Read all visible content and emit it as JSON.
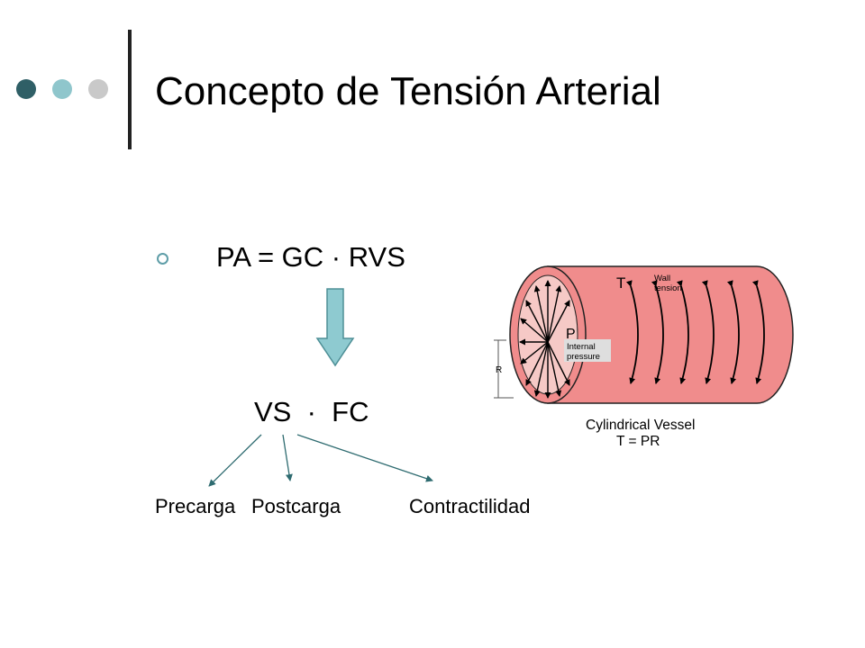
{
  "slide": {
    "title": "Concepto de Tensión Arterial",
    "formula": "PA = GC · RVS",
    "derived": "VS  ·  FC",
    "components": [
      "Precarga",
      "Postcarga",
      "Contractilidad"
    ]
  },
  "figure": {
    "label_T": "T",
    "label_P": "P",
    "label_R": "R",
    "wall_tension": [
      "Wall",
      "tension"
    ],
    "internal_pressure": [
      "Internal",
      "pressure"
    ],
    "caption_line1": "Cylindrical Vessel",
    "caption_line2": "T = PR"
  },
  "colors": {
    "dot_dark": "#2f5f66",
    "dot_mid": "#8fc6cc",
    "dot_light": "#c9c9c9",
    "arrow_fill": "#8ecad0",
    "vessel_fill": "#f08c8c",
    "lumen_fill": "#f6c9c6",
    "connector": "#2e6b70"
  }
}
